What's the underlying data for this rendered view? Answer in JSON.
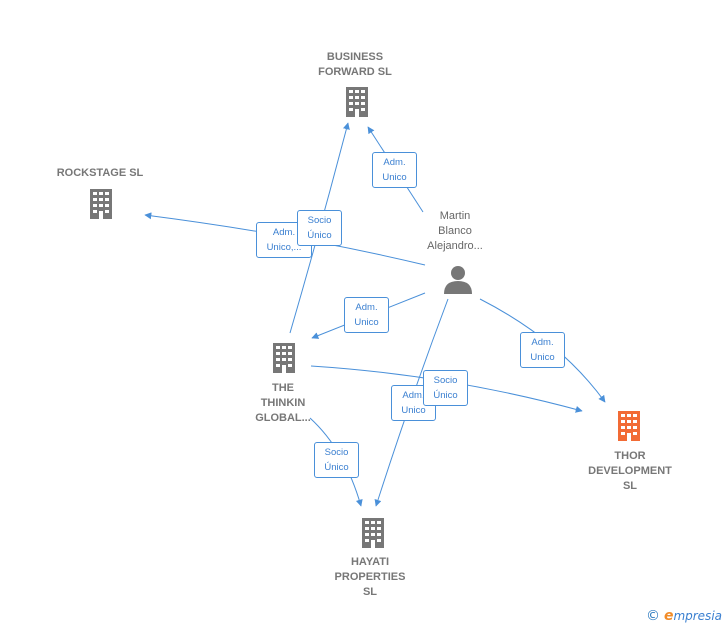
{
  "nodes": {
    "business_forward": {
      "line1": "BUSINESS",
      "line2": "FORWARD SL"
    },
    "rockstage": {
      "line1": "ROCKSTAGE SL"
    },
    "martin": {
      "line1": "Martin",
      "line2": "Blanco",
      "line3": "Alejandro..."
    },
    "thinkin": {
      "line1": "THE",
      "line2": "THINKIN",
      "line3": "GLOBAL..."
    },
    "thor": {
      "line1": "THOR",
      "line2": "DEVELOPMENT",
      "line3": "SL"
    },
    "hayati": {
      "line1": "HAYATI",
      "line2": "PROPERTIES",
      "line3": "SL"
    }
  },
  "edges": {
    "martin_business": {
      "l1": "Adm.",
      "l2": "Unico"
    },
    "martin_rockstage": {
      "l1": "Adm.",
      "l2": "Unico,..."
    },
    "thinkin_business": {
      "l1": "Socio",
      "l2": "Único"
    },
    "martin_thinkin": {
      "l1": "Adm.",
      "l2": "Unico"
    },
    "martin_thor": {
      "l1": "Adm.",
      "l2": "Unico"
    },
    "martin_hayati": {
      "l1": "Adm.",
      "l2": "Unico"
    },
    "thinkin_thor": {
      "l1": "Socio",
      "l2": "Único"
    },
    "thinkin_hayati": {
      "l1": "Socio",
      "l2": "Único"
    }
  },
  "colors": {
    "edge": "#4a90d9",
    "company": "#777777",
    "highlight": "#f26b35",
    "person": "#777777"
  },
  "footer": {
    "copyright": "©",
    "brand_e": "e",
    "brand_rest": "mpresia"
  }
}
